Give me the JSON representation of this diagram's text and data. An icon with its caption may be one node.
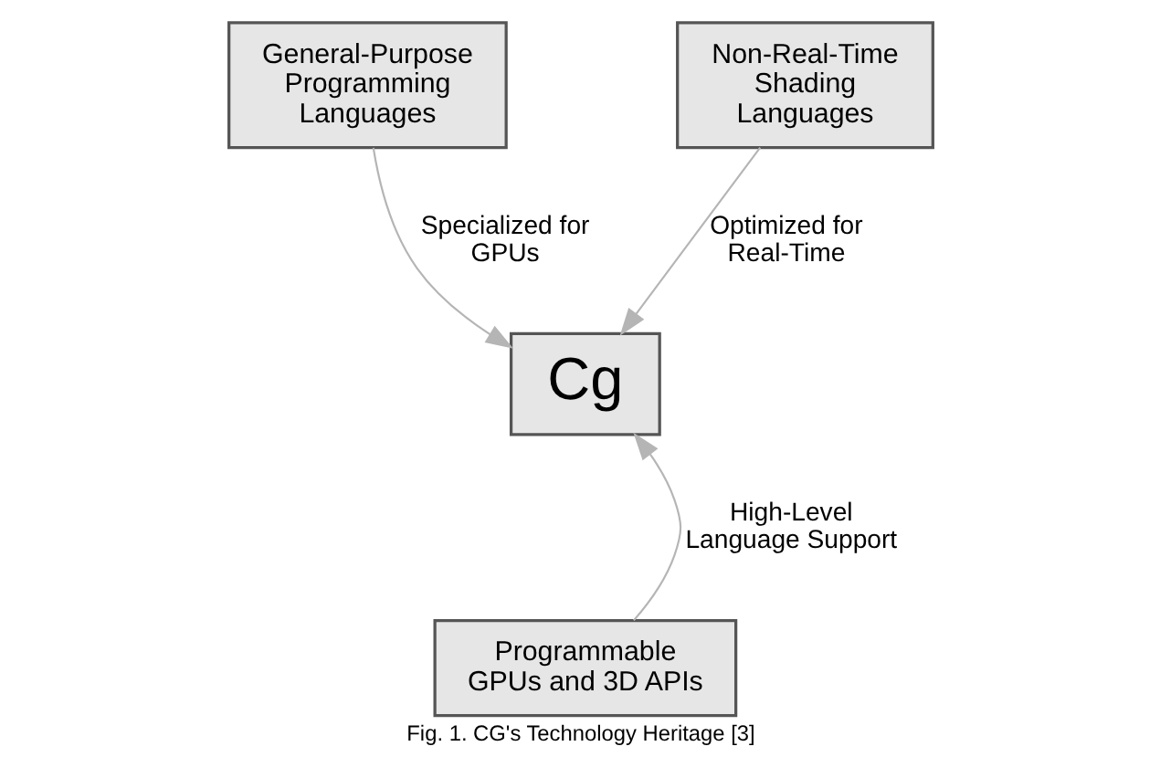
{
  "diagram": {
    "caption": "Fig. 1. CG's Technology Heritage [3]",
    "nodes": [
      {
        "text": [
          "General-Purpose Programming Languages"
        ]
      },
      {
        "text": [
          "Non-Real-Time Shading Languages"
        ]
      },
      {
        "text": [
          "Cg"
        ]
      },
      {
        "text": [
          "Programmable GPUs and 3D APIs"
        ]
      }
    ],
    "edges": [
      {
        "from": 0,
        "to": 2,
        "arrow": "to",
        "label": "Specialized for GPUs"
      },
      {
        "from": 1,
        "to": 2,
        "arrow": "to",
        "label": "Optimized for Real-Time"
      },
      {
        "from": 3,
        "to": 2,
        "arrow": "to",
        "label": "High-Level Language Support"
      }
    ]
  }
}
